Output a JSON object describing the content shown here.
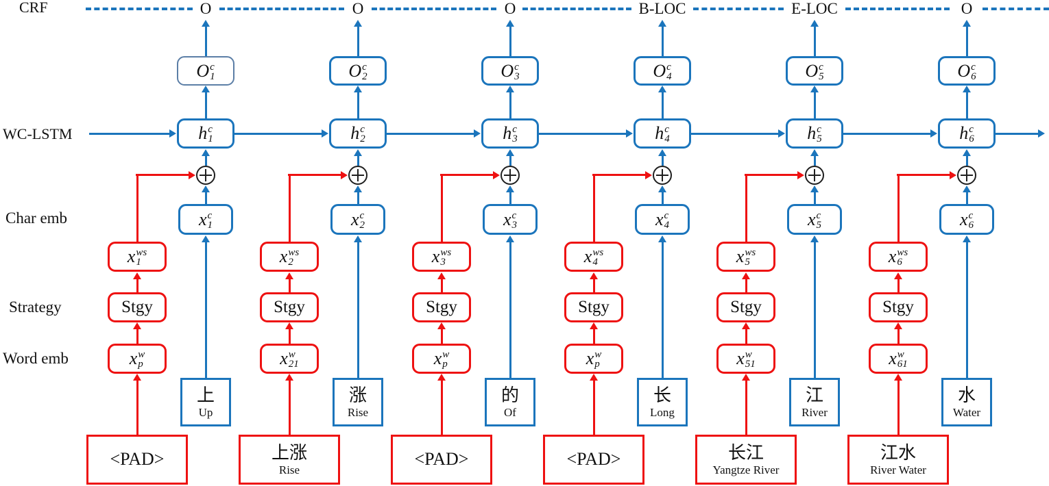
{
  "colors": {
    "blue": "#1b75bc",
    "red": "#ee1111",
    "first_output_border": "#5b7ea6",
    "plus_circle": "#1f1f1f"
  },
  "row_labels": {
    "crf": "CRF",
    "wc_lstm": "WC-LSTM",
    "char_emb": "Char emb",
    "strategy": "Strategy",
    "word_emb": "Word emb"
  },
  "columns": [
    {
      "crf_tag": "O",
      "o": {
        "base": "O",
        "sup": "c",
        "sub": "1"
      },
      "h": {
        "base": "h",
        "sup": "c",
        "sub": "1"
      },
      "xc": {
        "base": "x",
        "sup": "c",
        "sub": "1"
      },
      "xws": {
        "base": "x",
        "sup": "ws",
        "sub": "1"
      },
      "stgy": "Stgy",
      "xw": {
        "base": "x",
        "sup": "w",
        "sub": "p"
      },
      "char": {
        "hanzi": "上",
        "gloss": "Up"
      },
      "word": {
        "hanzi": "<PAD>",
        "gloss": ""
      }
    },
    {
      "crf_tag": "O",
      "o": {
        "base": "O",
        "sup": "c",
        "sub": "2"
      },
      "h": {
        "base": "h",
        "sup": "c",
        "sub": "2"
      },
      "xc": {
        "base": "x",
        "sup": "c",
        "sub": "2"
      },
      "xws": {
        "base": "x",
        "sup": "ws",
        "sub": "2"
      },
      "stgy": "Stgy",
      "xw": {
        "base": "x",
        "sup": "w",
        "sub": "21"
      },
      "char": {
        "hanzi": "涨",
        "gloss": "Rise"
      },
      "word": {
        "hanzi": "上涨",
        "gloss": "Rise"
      }
    },
    {
      "crf_tag": "O",
      "o": {
        "base": "O",
        "sup": "c",
        "sub": "3"
      },
      "h": {
        "base": "h",
        "sup": "c",
        "sub": "3"
      },
      "xc": {
        "base": "x",
        "sup": "c",
        "sub": "3"
      },
      "xws": {
        "base": "x",
        "sup": "ws",
        "sub": "3"
      },
      "stgy": "Stgy",
      "xw": {
        "base": "x",
        "sup": "w",
        "sub": "p"
      },
      "char": {
        "hanzi": "的",
        "gloss": "Of"
      },
      "word": {
        "hanzi": "<PAD>",
        "gloss": ""
      }
    },
    {
      "crf_tag": "B-LOC",
      "o": {
        "base": "O",
        "sup": "c",
        "sub": "4"
      },
      "h": {
        "base": "h",
        "sup": "c",
        "sub": "4"
      },
      "xc": {
        "base": "x",
        "sup": "c",
        "sub": "4"
      },
      "xws": {
        "base": "x",
        "sup": "ws",
        "sub": "4"
      },
      "stgy": "Stgy",
      "xw": {
        "base": "x",
        "sup": "w",
        "sub": "p"
      },
      "char": {
        "hanzi": "长",
        "gloss": "Long"
      },
      "word": {
        "hanzi": "<PAD>",
        "gloss": ""
      }
    },
    {
      "crf_tag": "E-LOC",
      "o": {
        "base": "O",
        "sup": "c",
        "sub": "5"
      },
      "h": {
        "base": "h",
        "sup": "c",
        "sub": "5"
      },
      "xc": {
        "base": "x",
        "sup": "c",
        "sub": "5"
      },
      "xws": {
        "base": "x",
        "sup": "ws",
        "sub": "5"
      },
      "stgy": "Stgy",
      "xw": {
        "base": "x",
        "sup": "w",
        "sub": "51"
      },
      "char": {
        "hanzi": "江",
        "gloss": "River"
      },
      "word": {
        "hanzi": "长江",
        "gloss": "Yangtze River"
      }
    },
    {
      "crf_tag": "O",
      "o": {
        "base": "O",
        "sup": "c",
        "sub": "6"
      },
      "h": {
        "base": "h",
        "sup": "c",
        "sub": "6"
      },
      "xc": {
        "base": "x",
        "sup": "c",
        "sub": "6"
      },
      "xws": {
        "base": "x",
        "sup": "ws",
        "sub": "6"
      },
      "stgy": "Stgy",
      "xw": {
        "base": "x",
        "sup": "w",
        "sub": "61"
      },
      "char": {
        "hanzi": "水",
        "gloss": "Water"
      },
      "word": {
        "hanzi": "江水",
        "gloss": "River Water"
      }
    }
  ]
}
